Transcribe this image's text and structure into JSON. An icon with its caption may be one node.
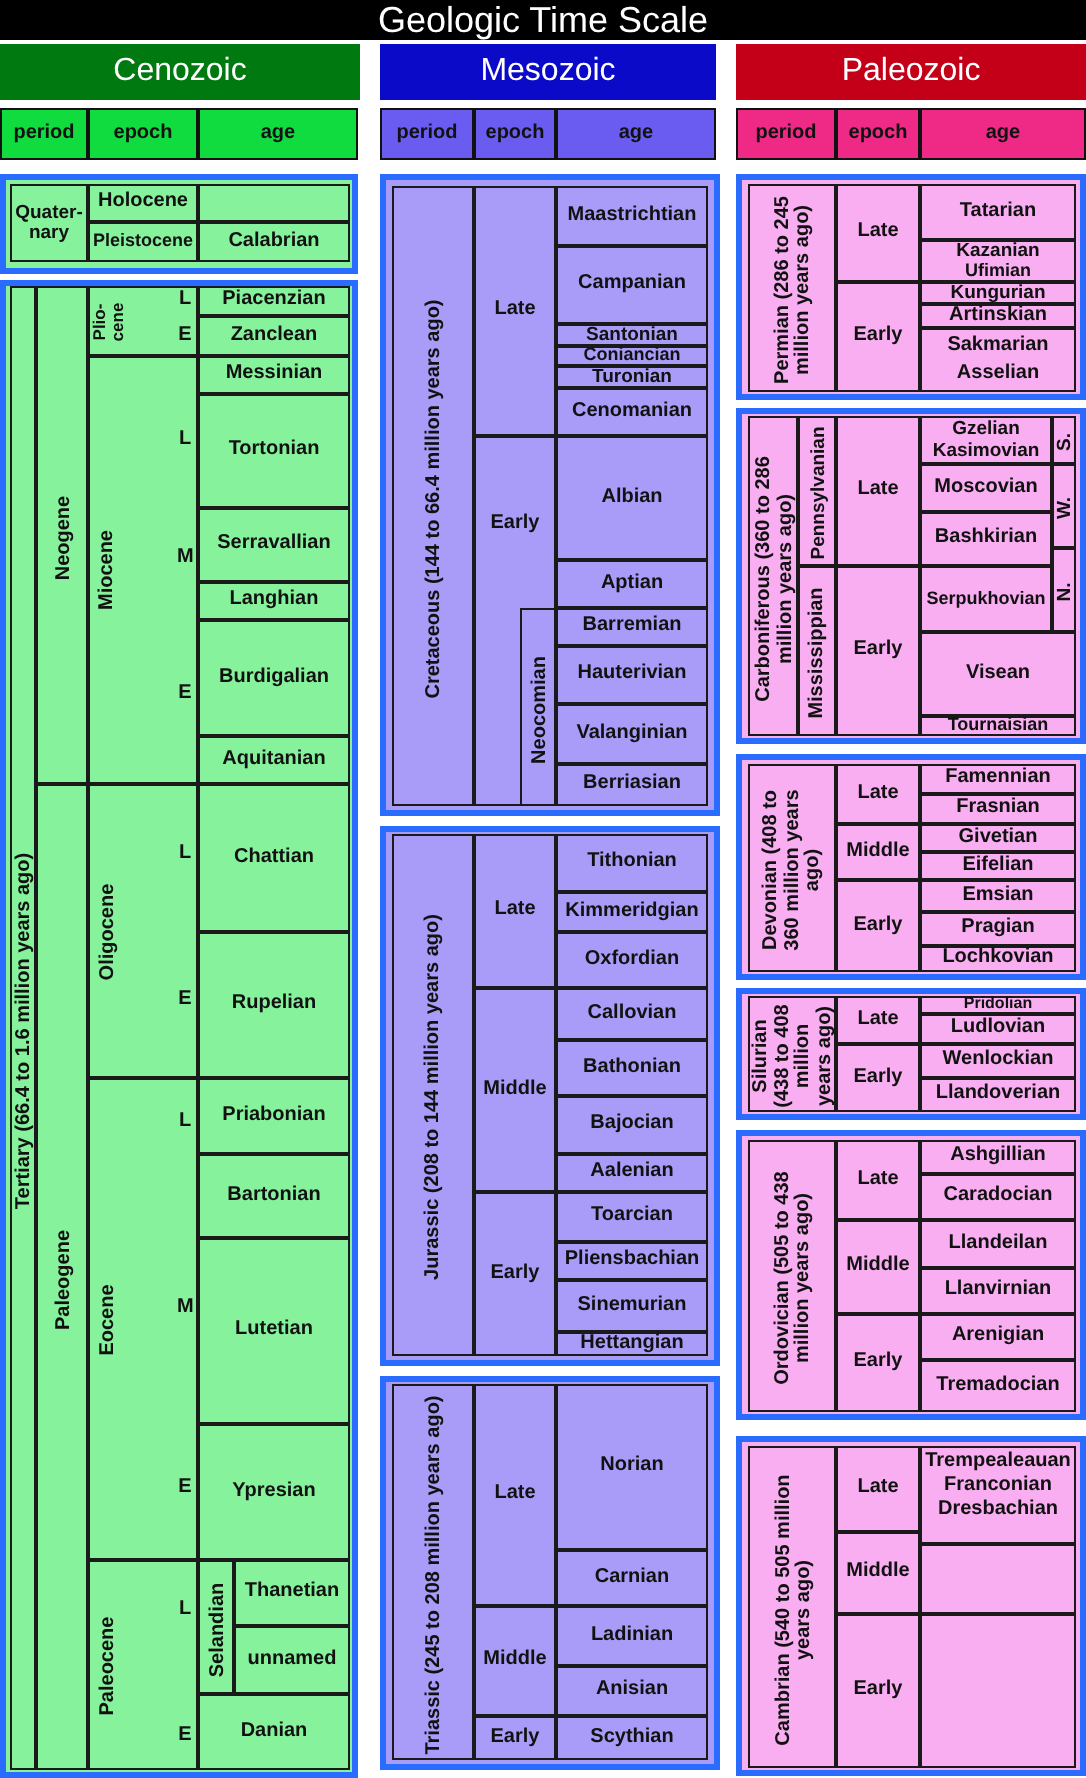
{
  "diagram": {
    "title": "Geologic Time Scale",
    "labels": [
      "Cenozoic",
      "period",
      "epoch",
      "age",
      "Quater- nary",
      "Holocene",
      "Pleistocene",
      "Calabrian",
      "Tertiary (66.4 to 1.6 million years ago)",
      "Neogene",
      "Plio- cene",
      "L",
      "E",
      "Piacenzian",
      "Zanclean",
      "Miocene",
      "L",
      "M",
      "E",
      "Messinian",
      "Tortonian",
      "Serravallian",
      "Langhian",
      "Burdigalian",
      "Aquitanian",
      "Paleogene",
      "Oligocene",
      "L",
      "E",
      "Chattian",
      "Rupelian",
      "Eocene",
      "L",
      "M",
      "E",
      "Priabonian",
      "Bartonian",
      "Lutetian",
      "Ypresian",
      "Paleocene",
      "L",
      "E",
      "Selandian",
      "Thanetian",
      "unnamed",
      "Danian",
      "Mesozoic",
      "period",
      "epoch",
      "age",
      "Cretaceous (144 to 66.4 million years ago)",
      "Late",
      "Early",
      "Neocomian",
      "Maastrichtian",
      "Campanian",
      "Santonian",
      "Coniancian",
      "Turonian",
      "Cenomanian",
      "Albian",
      "Aptian",
      "Barremian",
      "Hauterivian",
      "Valanginian",
      "Berriasian",
      "Jurassic (208 to 144 million years ago)",
      "Late",
      "Middle",
      "Early",
      "Tithonian",
      "Kimmeridgian",
      "Oxfordian",
      "Callovian",
      "Bathonian",
      "Bajocian",
      "Aalenian",
      "Toarcian",
      "Pliensbachian",
      "Sinemurian",
      "Hettangian",
      "Triassic (245 to 208 million years ago)",
      "Late",
      "Middle",
      "Early",
      "Norian",
      "Carnian",
      "Ladinian",
      "Anisian",
      "Scythian",
      "Paleozoic",
      "period",
      "epoch",
      "age",
      "Permian (286 to 245 million years ago)",
      "Late",
      "Early",
      "Tatarian",
      "Kazanian",
      "Ufimian",
      "Kungurian",
      "Artinskian",
      "Sakmarian",
      "Asselian",
      "Carboniferous (360 to 286 million years ago)",
      "Pennsylvanian",
      "Mississippian",
      "Late",
      "Early",
      "Gzelian",
      "Kasimovian",
      "S.",
      "Moscovian",
      "W.",
      "Bashkirian",
      "N.",
      "Serpukhovian",
      "Visean",
      "Tournaisian",
      "Devonian (408 to 360 million years ago)",
      "Late",
      "Middle",
      "Early",
      "Famennian",
      "Frasnian",
      "Givetian",
      "Eifelian",
      "Emsian",
      "Pragian",
      "Lochkovian",
      "Silurian (438 to 408 million years ago)",
      "Late",
      "Early",
      "Pridolian",
      "Ludlovian",
      "Wenlockian",
      "Llandoverian",
      "Ordovician (505 to 438 million years ago)",
      "Late",
      "Middle",
      "Early",
      "Ashgillian",
      "Caradocian",
      "Llandeilan",
      "Llanvirnian",
      "Arenigian",
      "Tremadocian",
      "Cambrian (540 to 505 million years ago)",
      "Late",
      "Middle",
      "Early",
      "Trempealeauan",
      "Franconian",
      "Dresbachian"
    ]
  }
}
